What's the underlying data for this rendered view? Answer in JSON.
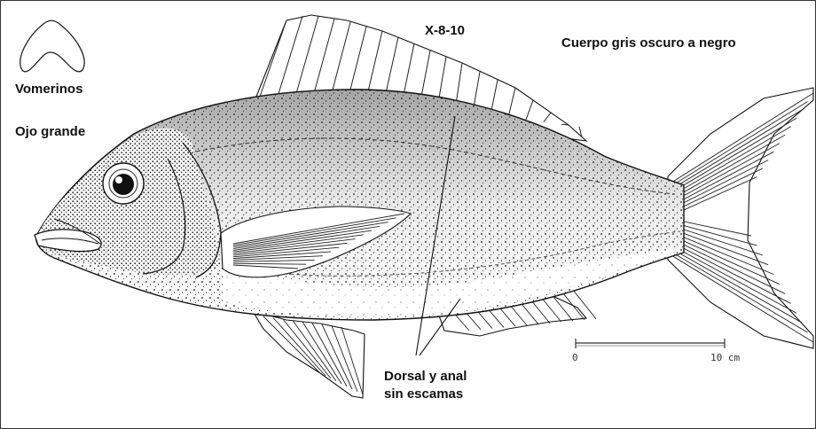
{
  "labels": {
    "vomerinos": "Vomerinos",
    "ojo": "Ojo grande",
    "fin_formula": "X-8-10",
    "cuerpo": "Cuerpo gris oscuro a negro",
    "dorsal_line1": "Dorsal y anal",
    "dorsal_line2": "sin escamas"
  },
  "scale_bar": {
    "start": "0",
    "end": "10 cm"
  }
}
